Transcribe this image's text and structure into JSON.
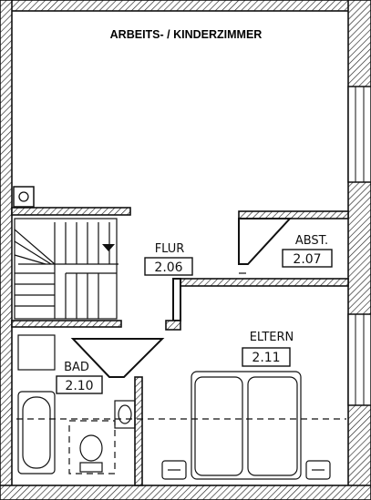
{
  "plan": {
    "title": "ARBEITS- / KINDERZIMMER",
    "rooms": {
      "flur": {
        "name": "FLUR",
        "number": "2.06"
      },
      "abst": {
        "name": "ABST.",
        "number": "2.07"
      },
      "eltern": {
        "name": "ELTERN",
        "number": "2.11"
      },
      "bad": {
        "name": "BAD",
        "number": "2.10"
      }
    }
  }
}
